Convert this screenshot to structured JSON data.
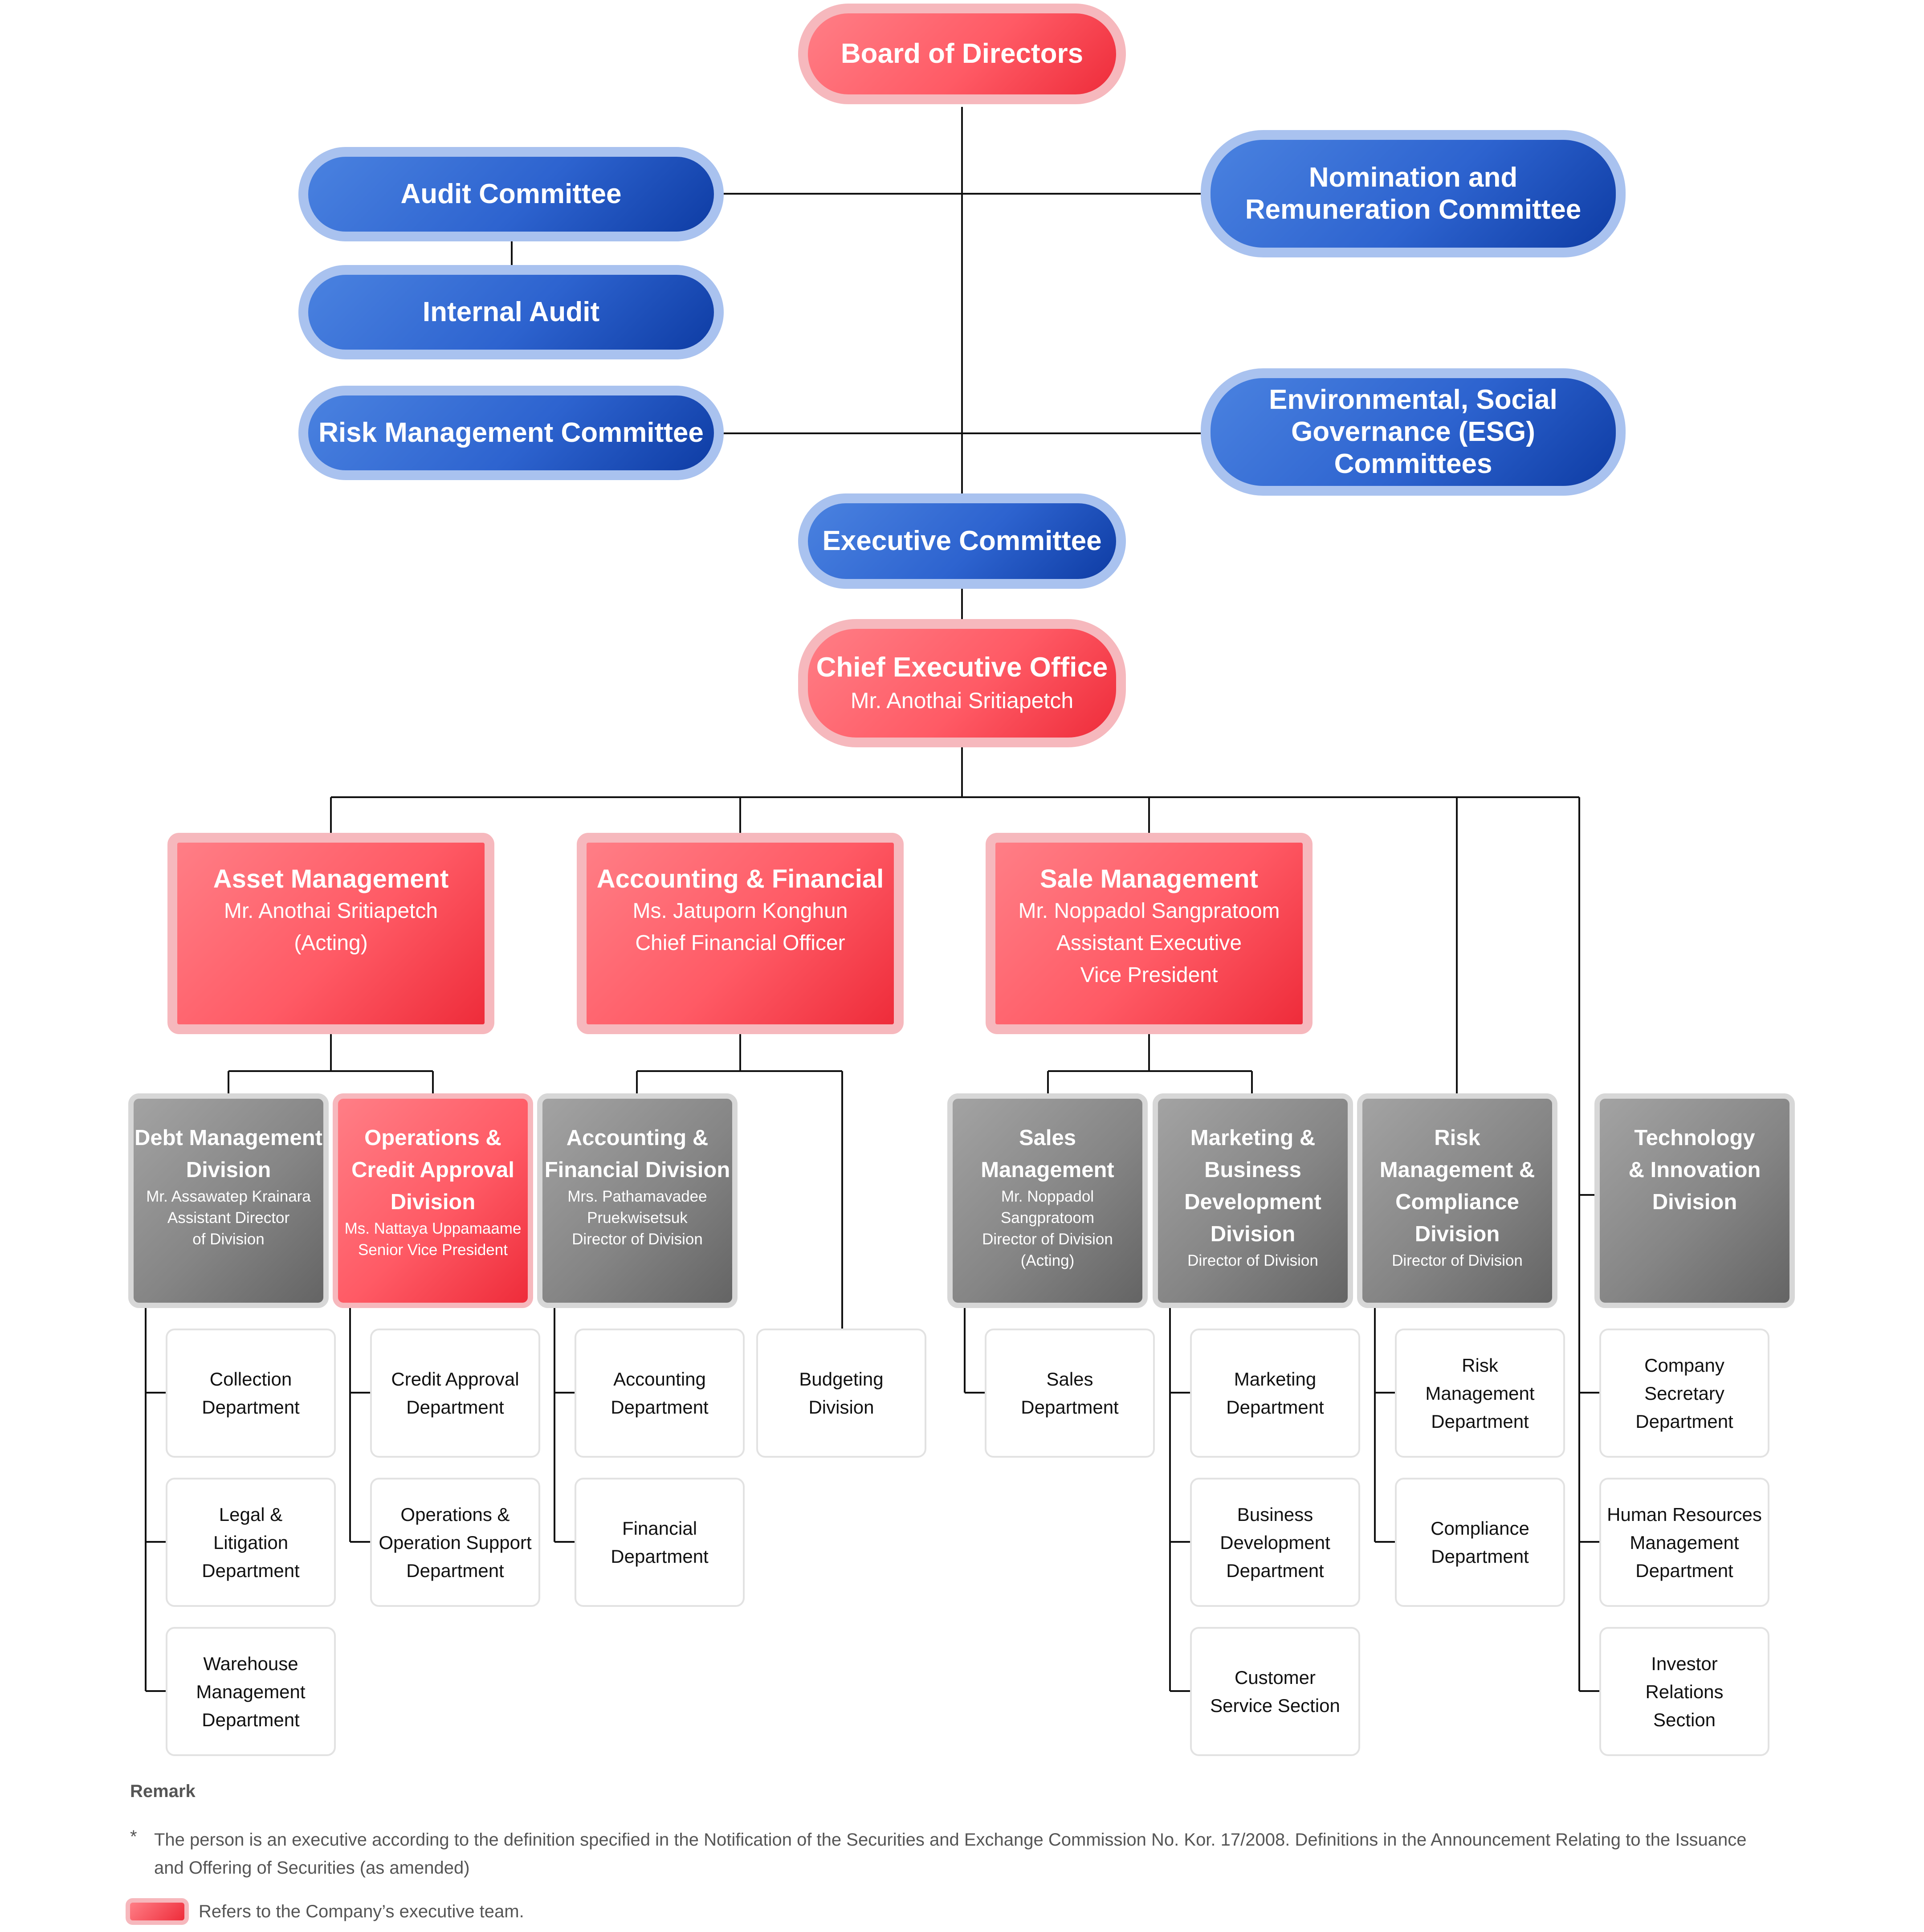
{
  "board": {
    "title": "Board of Directors"
  },
  "audit_committee": {
    "title": "Audit Committee"
  },
  "internal_audit": {
    "title": "Internal Audit"
  },
  "risk_committee": {
    "title": "Risk Management Committee"
  },
  "nomination_committee": {
    "line1": "Nomination and",
    "line2": "Remuneration Committee"
  },
  "esg_committee": {
    "line1": "Environmental, Social",
    "line2": "Governance (ESG) Committees"
  },
  "executive_committee": {
    "title": "Executive Committee"
  },
  "ceo": {
    "title": "Chief Executive Office",
    "name": "Mr. Anothai Sritiapetch"
  },
  "asset_management": {
    "title": "Asset Management",
    "name": "Mr. Anothai Sritiapetch",
    "role": "(Acting)"
  },
  "accounting_financial": {
    "title": "Accounting & Financial",
    "name": "Ms. Jatuporn Konghun",
    "role": "Chief Financial Officer"
  },
  "sale_management": {
    "title": "Sale Management",
    "name": "Mr. Noppadol Sangpratoom",
    "role1": "Assistant Executive",
    "role2": "Vice President"
  },
  "divisions": {
    "debt": {
      "l1": "Debt Management",
      "l2": "Division",
      "s1": "Mr. Assawatep Krainara",
      "s2": "Assistant Director",
      "s3": "of Division"
    },
    "ops_credit": {
      "l1": "Operations &",
      "l2": "Credit Approval",
      "l3": "Division",
      "s1": "Ms. Nattaya Uppamaame",
      "s2": "Senior Vice President"
    },
    "acct_fin": {
      "l1": "Accounting &",
      "l2": "Financial Division",
      "s1": "Mrs. Pathamavadee",
      "s2": "Pruekwisetsuk",
      "s3": "Director of Division"
    },
    "sales_mgmt": {
      "l1": "Sales",
      "l2": "Management",
      "s1": "Mr. Noppadol",
      "s2": "Sangpratoom",
      "s3": "Director of Division",
      "s4": "(Acting)"
    },
    "marketing_bd": {
      "l1": "Marketing &",
      "l2": "Business",
      "l3": "Development",
      "l4": "Division",
      "s1": "Director of Division"
    },
    "risk_compliance": {
      "l1": "Risk",
      "l2": "Management &",
      "l3": "Compliance",
      "l4": "Division",
      "s1": "Director of Division"
    },
    "tech_innovation": {
      "l1": "Technology",
      "l2": "& Innovation",
      "l3": "Division"
    }
  },
  "departments": {
    "collection": [
      "Collection",
      "Department"
    ],
    "legal": [
      "Legal &",
      "Litigation",
      "Department"
    ],
    "warehouse": [
      "Warehouse",
      "Management",
      "Department"
    ],
    "credit_approval": [
      "Credit Approval",
      "Department"
    ],
    "ops_support": [
      "Operations &",
      "Operation Support",
      "Department"
    ],
    "accounting": [
      "Accounting",
      "Department"
    ],
    "financial": [
      "Financial",
      "Department"
    ],
    "budgeting": [
      "Budgeting",
      "Division"
    ],
    "sales": [
      "Sales",
      "Department"
    ],
    "marketing": [
      "Marketing",
      "Department"
    ],
    "business_dev": [
      "Business",
      "Development",
      "Department"
    ],
    "customer_service": [
      "Customer",
      "Service Section"
    ],
    "risk_mgmt": [
      "Risk",
      "Management",
      "Department"
    ],
    "compliance": [
      "Compliance",
      "Department"
    ],
    "company_secretary": [
      "Company",
      "Secretary",
      "Department"
    ],
    "hr": [
      "Human Resources",
      "Management",
      "Department"
    ],
    "investor_relations": [
      "Investor",
      "Relations",
      "Section"
    ]
  },
  "remark": {
    "title": "Remark",
    "star": "*",
    "text": "The person is an executive according to the definition specified in the Notification of the Securities and Exchange Commission No. Kor. 17/2008. Definitions in the Announcement Relating to the Issuance and Offering of Securities (as amended)",
    "legend": "Refers to the Company’s executive team."
  },
  "colors": {
    "executive_red": "#ff5a65",
    "committee_blue": "#2d63cf",
    "division_gray": "#858585",
    "line": "#111111"
  }
}
